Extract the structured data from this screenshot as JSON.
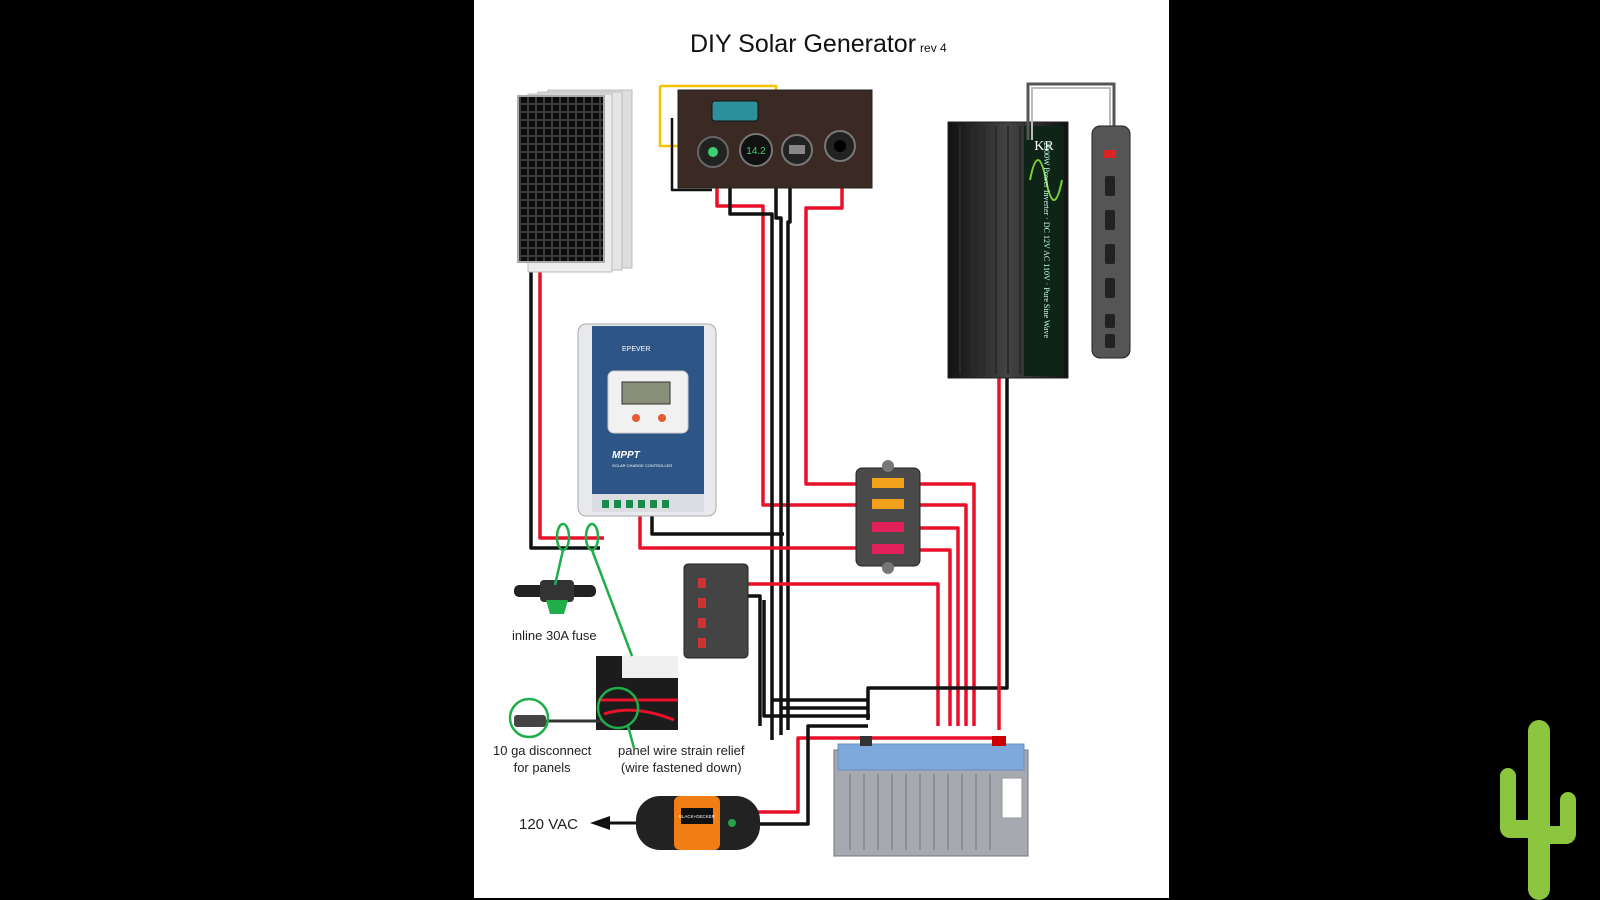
{
  "diagram": {
    "title": "DIY Solar Generator",
    "revision": "rev 4",
    "labels": {
      "inline_fuse": "inline 30A fuse",
      "disconnect_line1": "10 ga disconnect",
      "disconnect_line2": "for panels",
      "strain_relief_line1": "panel wire strain relief",
      "strain_relief_line2": "(wire fastened down)",
      "ac_out": "120 VAC"
    },
    "component_text": {
      "charge_controller_brand": "EPEVER",
      "charge_controller_mppt": "MPPT",
      "charge_controller_sub": "SOLAR CHARGE CONTROLLER",
      "inverter_brand": "KR",
      "inverter_spec": "2000W Power Inverter · DC 12V AC 110V · Pure Sine Wave",
      "voltmeter_reading": "14.2",
      "charger_brand": "BLACK+DECKER"
    },
    "colors": {
      "positive_wire": "#e8102a",
      "negative_wire": "#111111",
      "sense_wire": "#f5c400",
      "highlight_circle": "#1fae4a",
      "cactus": "#8cc63f"
    }
  }
}
